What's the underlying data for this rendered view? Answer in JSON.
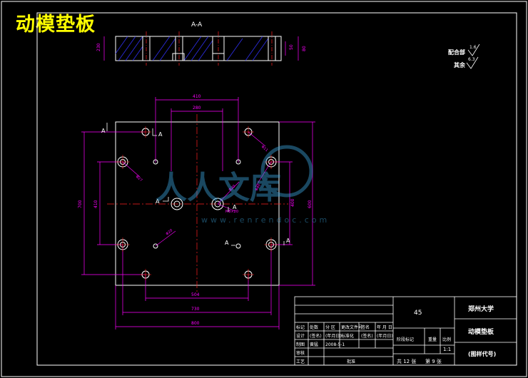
{
  "drawing": {
    "title": "动模垫板",
    "section_label": "A-A",
    "section_dims": {
      "left_thickness": "230",
      "right_inner": "50",
      "right_outer": "80"
    },
    "roughness": [
      {
        "label": "配合部",
        "value": "1.6"
      },
      {
        "label": "其余",
        "value": "6.3"
      }
    ],
    "plan_dims": {
      "top_span_outer": "410",
      "top_span_inner": "280",
      "left_outer": "700",
      "left_inner": "410",
      "right_outer": "600",
      "right_inner": "400",
      "bottom_inner": "504",
      "bottom_mid": "730",
      "bottom_outer": "800"
    },
    "hole_labels": [
      "Φ11",
      "Φ27",
      "Φ30",
      "Φ40",
      "Φ20",
      "M8×20"
    ],
    "section_markers": [
      "A",
      "A",
      "A",
      "A",
      "A",
      "A"
    ],
    "watermark": {
      "brand": "人人文库",
      "url": "www.renrendoc.com"
    }
  },
  "title_block": {
    "material": "45",
    "school": "郑州大学",
    "part_name": "动模垫板",
    "drawing_no": "(图样代号)",
    "scale": "1:1",
    "sheet_total": "共 12 张",
    "sheet_no": "第 9 张",
    "stage_mark": "阶段标记",
    "weight": "重量",
    "scale_label": "比例",
    "rows": [
      [
        "标记",
        "处数",
        "分 区",
        "更改文件号",
        "签名",
        "年 月 日"
      ],
      [
        "设计",
        "(签名)",
        "(年月日)",
        "标准化",
        "(签名)",
        "(年月日)"
      ],
      [
        "制图",
        "黄猛",
        "2008-5-1"
      ],
      [
        "审核"
      ],
      [
        "工艺",
        "",
        "批准"
      ]
    ]
  }
}
